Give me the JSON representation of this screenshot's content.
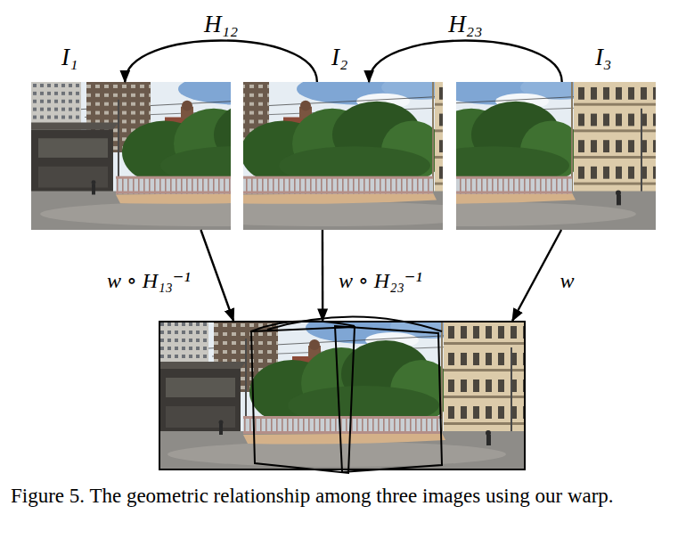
{
  "diagram": {
    "caption": "Figure 5. The geometric relationship among three images using our warp.",
    "nodes": [
      {
        "text": [
          "I₁"
        ]
      },
      {
        "text": [
          "I₂"
        ]
      },
      {
        "text": [
          "I₃"
        ]
      },
      {
        "text": []
      }
    ],
    "edges": [
      {
        "from": 1,
        "to": 0,
        "arrow": "to",
        "label": "H₁₂"
      },
      {
        "from": 2,
        "to": 1,
        "arrow": "to",
        "label": "H₂₃"
      },
      {
        "from": 0,
        "to": 3,
        "arrow": "to",
        "label": "w ∘ H₁₃⁻¹"
      },
      {
        "from": 1,
        "to": 3,
        "arrow": "to",
        "label": "w ∘ H₂₃⁻¹"
      },
      {
        "from": 2,
        "to": 3,
        "arrow": "to",
        "label": "w"
      }
    ]
  }
}
